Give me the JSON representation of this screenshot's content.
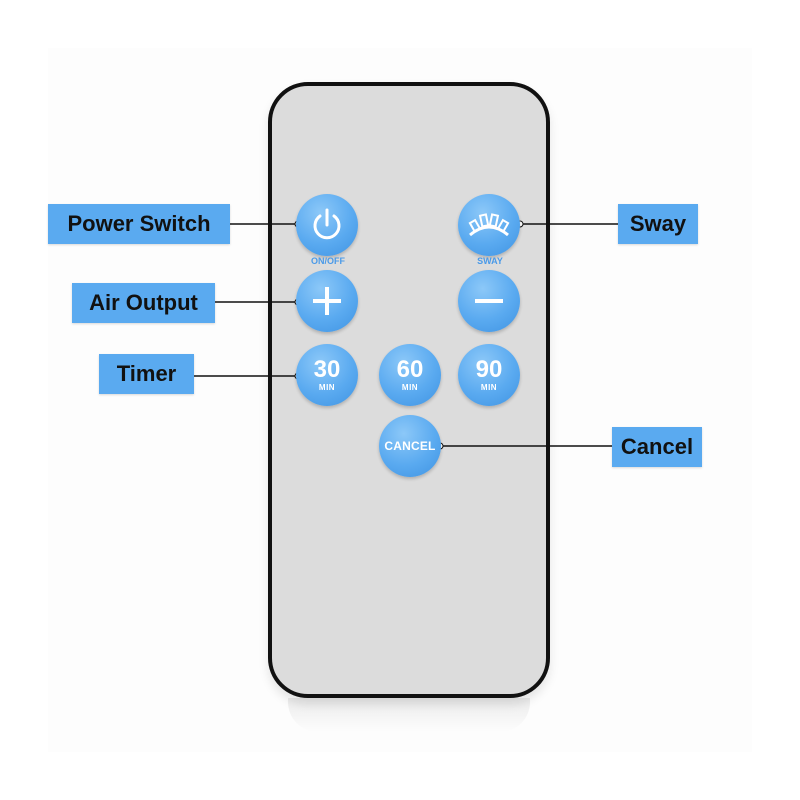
{
  "labels": {
    "power": "Power Switch",
    "air_output": "Air Output",
    "timer": "Timer",
    "sway": "Sway",
    "cancel": "Cancel"
  },
  "buttons": {
    "power": {
      "caption": "ON/OFF",
      "icon": "power-icon"
    },
    "sway": {
      "caption": "SWAY",
      "icon": "sway-icon"
    },
    "plus": {
      "icon": "plus-icon"
    },
    "minus": {
      "icon": "minus-icon"
    },
    "timer_30": {
      "value": "30",
      "unit": "MIN"
    },
    "timer_60": {
      "value": "60",
      "unit": "MIN"
    },
    "timer_90": {
      "value": "90",
      "unit": "MIN"
    },
    "cancel": {
      "label": "CANCEL"
    }
  },
  "colors": {
    "button_blue": "#5aaaf0",
    "label_blue": "#5aaaf0",
    "remote_body": "#dcdcdc",
    "remote_border": "#111111"
  }
}
